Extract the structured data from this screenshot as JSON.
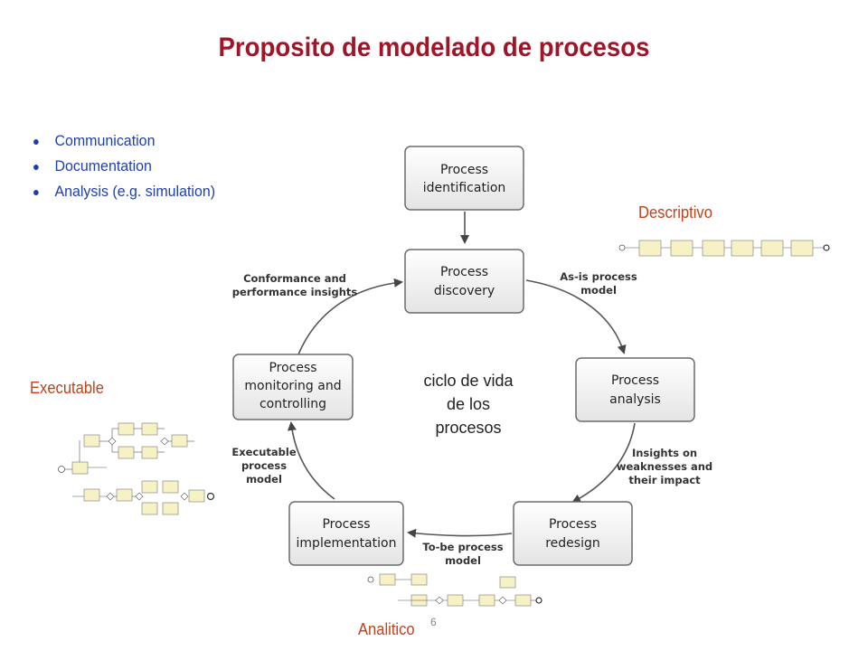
{
  "title": "Proposito de modelado de procesos",
  "bullets": [
    "Communication",
    "Documentation",
    "Analysis (e.g. simulation)"
  ],
  "tags": {
    "descriptive": "Descriptivo",
    "executable": "Executable",
    "analytic": "Analitico"
  },
  "center_text": [
    "ciclo de vida",
    "de los",
    "procesos"
  ],
  "page_number": "6",
  "nodes": {
    "identification": [
      "Process",
      "identification"
    ],
    "discovery": [
      "Process",
      "discovery"
    ],
    "analysis": [
      "Process",
      "analysis"
    ],
    "redesign": [
      "Process",
      "redesign"
    ],
    "implementation": [
      "Process",
      "implementation"
    ],
    "monitoring": [
      "Process",
      "monitoring and",
      "controlling"
    ]
  },
  "edges": {
    "as_is": [
      "As-is process",
      "model"
    ],
    "insights": [
      "Insights on",
      "weaknesses and",
      "their impact"
    ],
    "to_be": [
      "To-be process",
      "model"
    ],
    "executable": [
      "Executable",
      "process",
      "model"
    ],
    "conformance": [
      "Conformance and",
      "performance insights"
    ]
  },
  "colors": {
    "title": "#a01628",
    "bullets": "#1f3fb0",
    "tags": "#c0421c",
    "box_border": "#6b6b6b",
    "arrow": "#444444"
  }
}
